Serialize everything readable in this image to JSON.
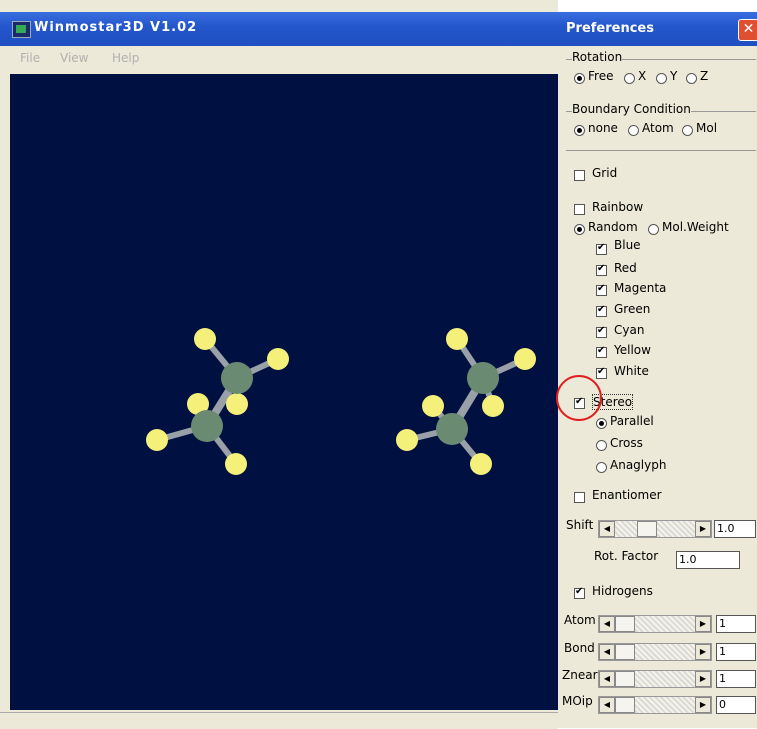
{
  "main_window": {
    "title": "Winmostar3D V1.02",
    "menu": [
      "File",
      "View",
      "Help"
    ]
  },
  "preferences": {
    "title": "Preferences",
    "close_icon": "close-icon",
    "rotation": {
      "label": "Rotation",
      "options": [
        "Free",
        "X",
        "Y",
        "Z"
      ],
      "selected": "Free"
    },
    "boundary": {
      "label": "Boundary Condition",
      "options": [
        "none",
        "Atom",
        "Mol"
      ],
      "selected": "none"
    },
    "grid": {
      "label": "Grid",
      "checked": false
    },
    "rainbow": {
      "label": "Rainbow",
      "checked": false
    },
    "color_mode": {
      "options": [
        "Random",
        "Mol.Weight"
      ],
      "selected": "Random"
    },
    "colors": [
      {
        "label": "Blue",
        "checked": true
      },
      {
        "label": "Red",
        "checked": true
      },
      {
        "label": "Magenta",
        "checked": true
      },
      {
        "label": "Green",
        "checked": true
      },
      {
        "label": "Cyan",
        "checked": true
      },
      {
        "label": "Yellow",
        "checked": true
      },
      {
        "label": "White",
        "checked": true
      }
    ],
    "stereo": {
      "label": "Stereo",
      "checked": true,
      "options": [
        "Parallel",
        "Cross",
        "Anaglyph"
      ],
      "selected": "Parallel"
    },
    "enantiomer": {
      "label": "Enantiomer",
      "checked": false
    },
    "shift": {
      "label": "Shift",
      "value": "1.0"
    },
    "rot_factor": {
      "label": "Rot. Factor",
      "value": "1.0"
    },
    "hydrogens": {
      "label": "Hidrogens",
      "checked": true
    },
    "sliders": [
      {
        "label": "Atom",
        "value": "1"
      },
      {
        "label": "Bond",
        "value": "1"
      },
      {
        "label": "Znear",
        "value": "1"
      },
      {
        "label": "MOip",
        "value": "0"
      }
    ]
  },
  "colors": {
    "viewport_bg": "#001040",
    "carbon": "#6a8a72",
    "hydrogen": "#f4f07a",
    "bond": "#9aa0a8"
  }
}
